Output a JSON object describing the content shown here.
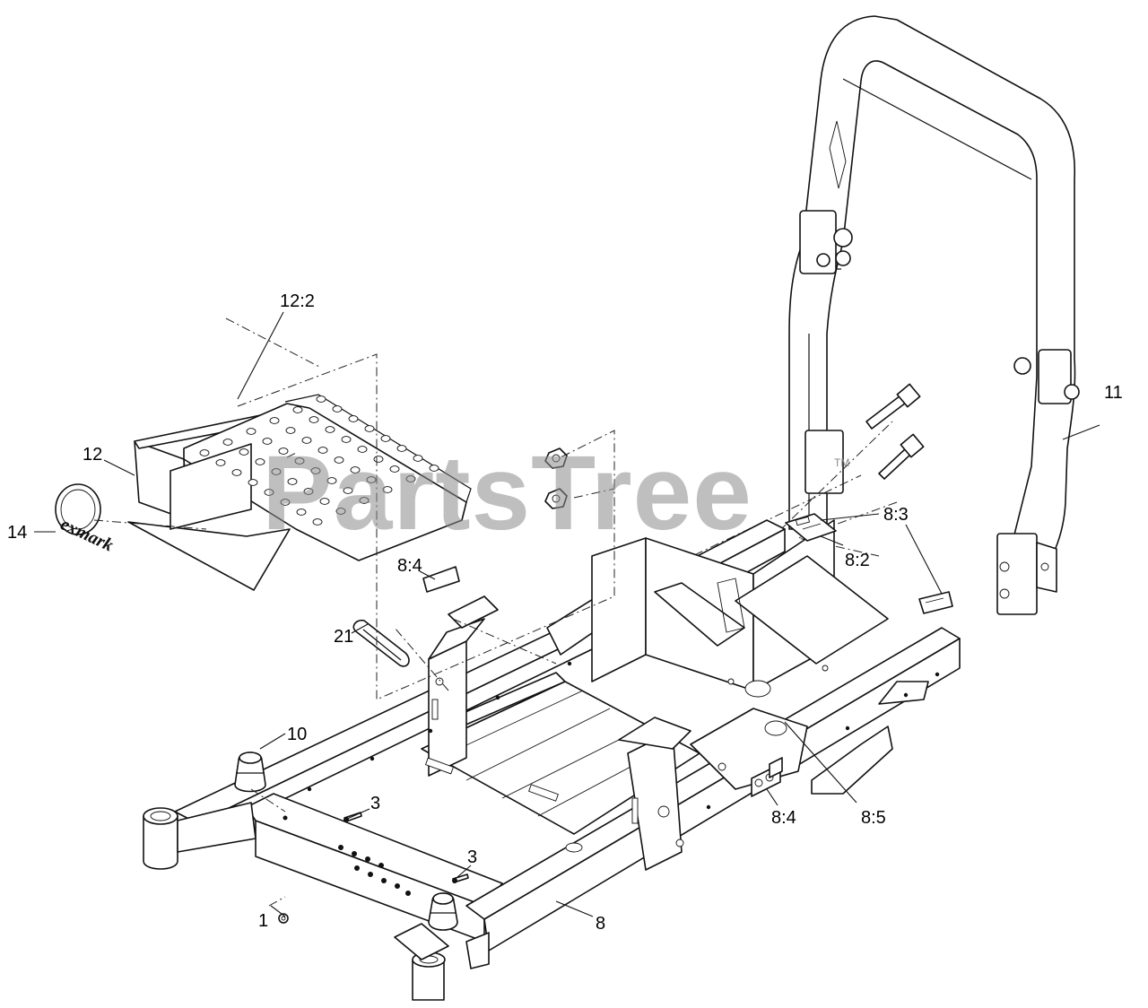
{
  "watermark": {
    "text": "PartsTree",
    "trademark": "TM"
  },
  "logo": {
    "text": "exmark"
  },
  "callouts": {
    "c1": "1",
    "c3a": "3",
    "c3b": "3",
    "c8": "8",
    "c8_2": "8:2",
    "c8_3": "8:3",
    "c8_4a": "8:4",
    "c8_4b": "8:4",
    "c8_5": "8:5",
    "c10": "10",
    "c11": "11",
    "c12": "12",
    "c12_2": "12:2",
    "c14": "14",
    "c21": "21"
  }
}
